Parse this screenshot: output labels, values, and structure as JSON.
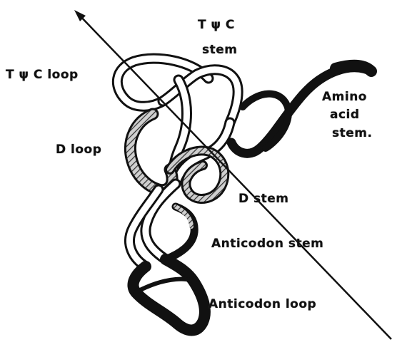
{
  "labels": {
    "tpc_stem_line1": "T ψ C",
    "tpc_stem_line2": "stem",
    "tpc_loop": "T ψ C loop",
    "amino_line1": "Amino",
    "amino_line2": "acid",
    "amino_line3": "stem.",
    "d_loop": "D loop",
    "d_stem": "D stem",
    "anticodon_stem": "Anticodon stem",
    "anticodon_loop": "Anticodon loop"
  },
  "colors": {
    "ink": "#111111",
    "hatch": "#444444",
    "background": "#ffffff"
  }
}
